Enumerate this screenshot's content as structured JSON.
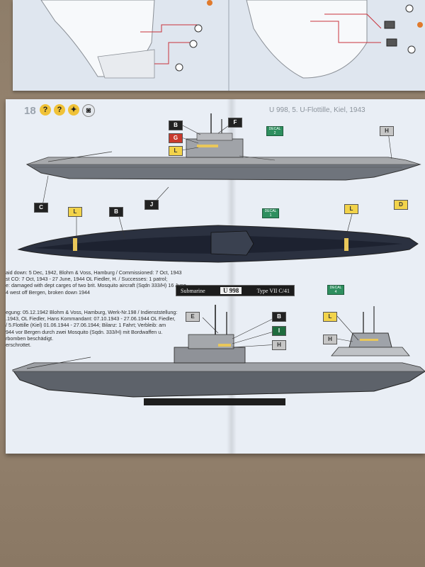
{
  "step": {
    "number": "18"
  },
  "badges": [
    "?",
    "?"
  ],
  "header": {
    "title": "U 998, 5. U-Flottille, Kiel, 1943"
  },
  "banner": {
    "left": "Submarine",
    "center": "U 998",
    "right": "Type VII C/41"
  },
  "tags": {
    "B": "B",
    "F": "F",
    "G": "G",
    "L": "L",
    "H": "H",
    "C": "C",
    "J": "J",
    "D": "D",
    "E": "E",
    "I": "I"
  },
  "decals": {
    "d2": [
      "DECAL",
      "2"
    ],
    "d1": [
      "DECAL",
      "1"
    ],
    "d4": [
      "DECAL",
      "4"
    ]
  },
  "english_text": [
    "aid down: 5 Dec, 1942, Blohm & Voss, Hamburg / Commissioned: 7 Oct, 1943",
    "st CO: 7 Oct, 1943 - 27 June, 1944 OL Fiedler, H. / Successes: 1 patrol;",
    "e: damaged with dept carges of two brit. Mosquito aircraft (Sqdn 333/H) 16 June,",
    "4 west off Bergen, broken down 1944"
  ],
  "german_text": [
    "egung: 05.12.1942 Blohm & Voss, Hamburg, Werk-Nr.198 / Indienststellung:",
    ".1943, OL Fiedler, Hans  Kommandant: 07.10.1943 - 27.06.1944 OL Fiedler,",
    "/ 5.Flottille (Kiel) 01.06.1944 - 27.06.1944; Bilanz: 1 Fahrt; Verbleib: am",
    "944 vor Bergen durch zwei Mosquito (Sqdn. 333/H) mit Bordwaffen u.",
    "rbomben beschädigt.",
    "erschrottet."
  ],
  "colors": {
    "hull_grey": "#6f747c",
    "deck_grey": "#a7a9ac",
    "dark_hull": "#2b3140",
    "tag_yellow": "#f2d34a",
    "tag_red": "#c93a2e",
    "decal_green": "#2e8f5f"
  }
}
